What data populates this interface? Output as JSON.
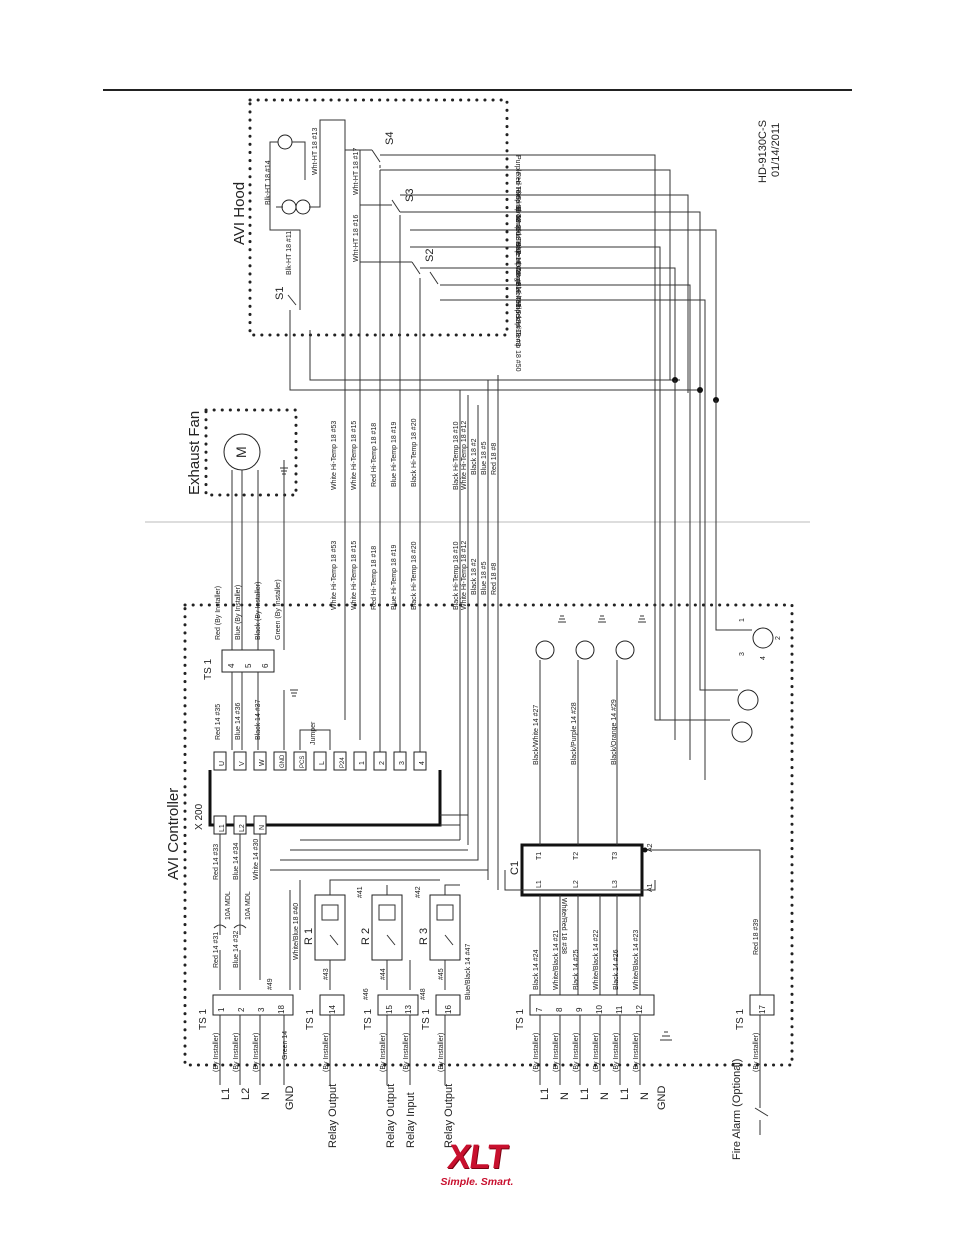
{
  "drawing": {
    "number": "HD-9130C-S",
    "date": "01/14/2011"
  },
  "sections": {
    "hood": "AVI Hood",
    "fan": "Exhaust Fan",
    "controller": "AVI Controller"
  },
  "logo": {
    "brand": "XLT",
    "tagline": "Simple. Smart."
  },
  "hood": {
    "switches": [
      "S1",
      "S2",
      "S3",
      "S4"
    ],
    "lamp_wires": [
      "Blk-HT 18 #11",
      "Blk-HT 18 #14",
      "Wht-HT 18 #13",
      "Wht-HT 18 #17",
      "Wht-HT 18 #16"
    ],
    "run_wires": [
      "Purple Hi-Temp 18 #7",
      "Red Hi-Temp 18 #9",
      "Red Hi-Temp 18 #52",
      "Brown Hi-Temp 18 #4",
      "Blue Hi-Temp 18 #6",
      "Blue Hi-Temp 18 #51",
      "Orange Hi-Temp 18 #1",
      "Black Hi-Temp 18 #3",
      "Black Hi-Temp 18 #50"
    ]
  },
  "fan": {
    "motor": "M"
  },
  "bundle": [
    "White Hi-Temp 18 #53",
    "White Hi-Temp 18 #15",
    "Red Hi-Temp 18 #18",
    "Blue Hi-Temp 18 #19",
    "Black Hi-Temp 18 #20",
    "Black Hi-Temp 18 #10",
    "White Hi-Temp 18 #12",
    "Black 18 #2",
    "Blue 18 #5",
    "Red 18 #8"
  ],
  "ts1_top": {
    "label": "TS 1",
    "terminals": [
      "4",
      "5",
      "6"
    ],
    "wires": [
      "Red 14 #35",
      "Blue 14 #36",
      "Black 14 #37"
    ],
    "field": [
      "Red (By Installer)",
      "Blue (By Installer)",
      "Black (By Installer)",
      "Green (By Installer)"
    ],
    "jumper": "Jumper"
  },
  "x200": {
    "label": "X 200",
    "terminals": [
      "L1",
      "L2",
      "N",
      "U",
      "V",
      "W",
      "GND",
      "PCS",
      "L",
      "P24",
      "1",
      "2",
      "3",
      "4"
    ]
  },
  "controller": {
    "feed_wires": [
      "Red 14 #33",
      "Blue 14 #34",
      "White 14 #30"
    ],
    "fuses": [
      "10A MDL",
      "10A MDL"
    ],
    "ts1_a_wires": [
      "Red 14 #31",
      "Blue 14 #32",
      "#49",
      "White/Blue 18 #40",
      "Green 14"
    ],
    "relays": [
      "R 1",
      "R 2",
      "R 3"
    ],
    "relay_wires": [
      "#41",
      "#42",
      "#43",
      "#44",
      "#45",
      "#46",
      "#48"
    ],
    "contactor": "C1",
    "contactor_terminals": [
      "L1",
      "L2",
      "L3",
      "T1",
      "T2",
      "T3",
      "A1",
      "A2"
    ],
    "contactor_wires": [
      "White/Red 18 #38",
      "Red 18 #39"
    ],
    "outlet_wires": [
      "Black/White 14 #27",
      "Black/Purple 14 #28",
      "Black/Orange 14 #29"
    ],
    "ts1_b_wires": [
      "Black 14 #24",
      "White/Black 14 #21",
      "Black 14 #25",
      "White/Black 14 #22",
      "Black 14 #26",
      "White/Black 14 #23"
    ],
    "relay_misc": "Blue/Black 14 #47",
    "receptacle_pins": [
      "1",
      "2",
      "3",
      "4"
    ]
  },
  "terminal_blocks": [
    {
      "label": "TS 1",
      "terminals": [
        "1",
        "2",
        "3",
        "18"
      ]
    },
    {
      "label": "TS 1",
      "terminals": [
        "14"
      ]
    },
    {
      "label": "TS 1",
      "terminals": [
        "15",
        "13"
      ]
    },
    {
      "label": "TS 1",
      "terminals": [
        "16"
      ]
    },
    {
      "label": "TS 1",
      "terminals": [
        "7",
        "8",
        "9",
        "10",
        "11",
        "12"
      ]
    },
    {
      "label": "TS 1",
      "terminals": [
        "17"
      ]
    }
  ],
  "installer_note": "(By Installer)",
  "field_labels": [
    "L1",
    "L2",
    "N",
    "GND",
    "Relay Output",
    "Relay Output",
    "Relay Input",
    "Relay Output",
    "L1",
    "N",
    "L1",
    "N",
    "L1",
    "N",
    "GND",
    "Fire Alarm (Optional)"
  ]
}
